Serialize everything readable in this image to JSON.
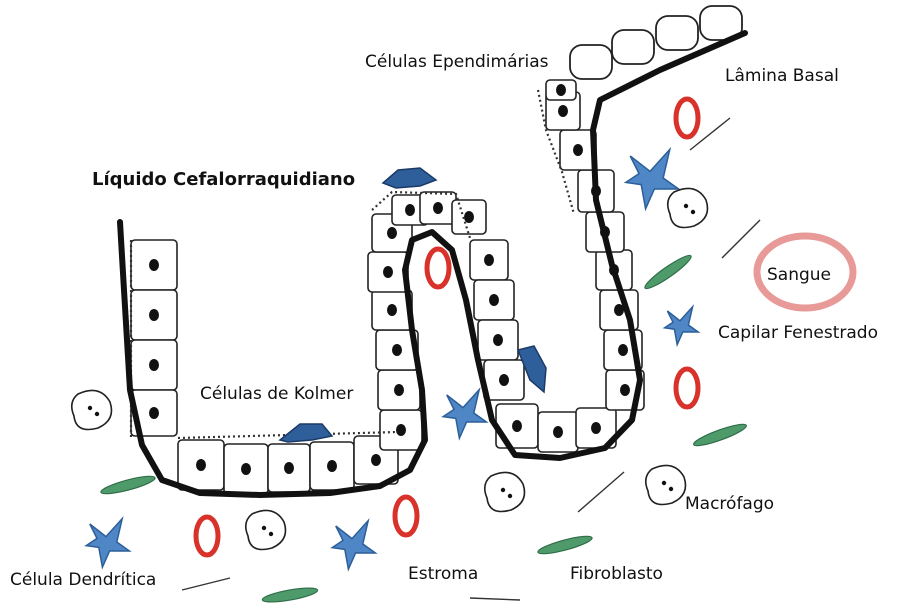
{
  "labels": {
    "ependymal_cells": "Células Ependimárias",
    "basal_lamina": "Lâmina Basal",
    "csf": "Líquido Cefalorraquidiano",
    "blood": "Sangue",
    "fenestrated_capillary": "Capilar Fenestrado",
    "kolmer_cells": "Células de Kolmer",
    "macrophage": "Macrófago",
    "dendritic_cell": "Célula Dendrítica",
    "stroma": "Estroma",
    "fibroblast": "Fibroblasto"
  },
  "colors": {
    "outline": "#111111",
    "dendritic_blue": "#4f86c6",
    "kolmer_blue": "#2f5f9a",
    "red_cell": "#d9322b",
    "fibroblast_green": "#4f9a6a",
    "blood_ring": "#e79a98"
  }
}
